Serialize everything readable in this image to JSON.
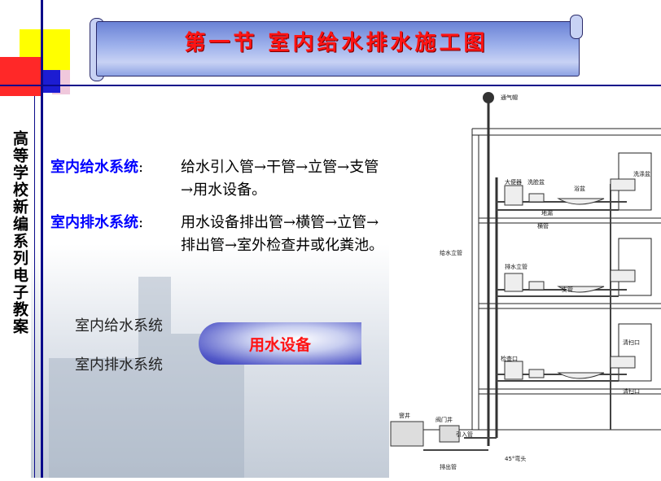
{
  "slide": {
    "title": "第一节    室内给水排水施工图",
    "side_title": "高等学校新编系列电子教案"
  },
  "content": {
    "supply_label": "室内给水系统",
    "supply_sep": ":",
    "supply_line1": "给水引入管→干管→立管→支管",
    "supply_line2": "→用水设备。",
    "drain_label": "室内排水系统",
    "drain_sep": ":",
    "drain_line1": "用水设备排出管→横管→立管→",
    "drain_line2": "排出管→室外检查井或化粪池。"
  },
  "lower": {
    "item1": "室内给水系统",
    "item2": "室内排水系统",
    "pill_label": "用水设备"
  },
  "diagram_labels": {
    "vent_cap": "通气帽",
    "toilet": "大便器",
    "basin": "洗脸盆",
    "bathtub": "浴盆",
    "sink": "洗涤盆",
    "floor_drain": "地漏",
    "branch_pipe1": "横管",
    "supply_riser": "给水立管",
    "drain_riser": "排水立管",
    "branch_pipe2": "支管",
    "inspection_port": "检查口",
    "cleanout1": "清扫口",
    "cleanout2": "清扫口",
    "inspection_well": "窨井",
    "valve_well": "阀门井",
    "inlet_pipe": "引入管",
    "outlet_pipe": "排出管",
    "elbow": "45°弯头"
  },
  "colors": {
    "title_red": "#ff1414",
    "label_blue": "#0000ff",
    "frame_navy": "#0a0a8a"
  }
}
